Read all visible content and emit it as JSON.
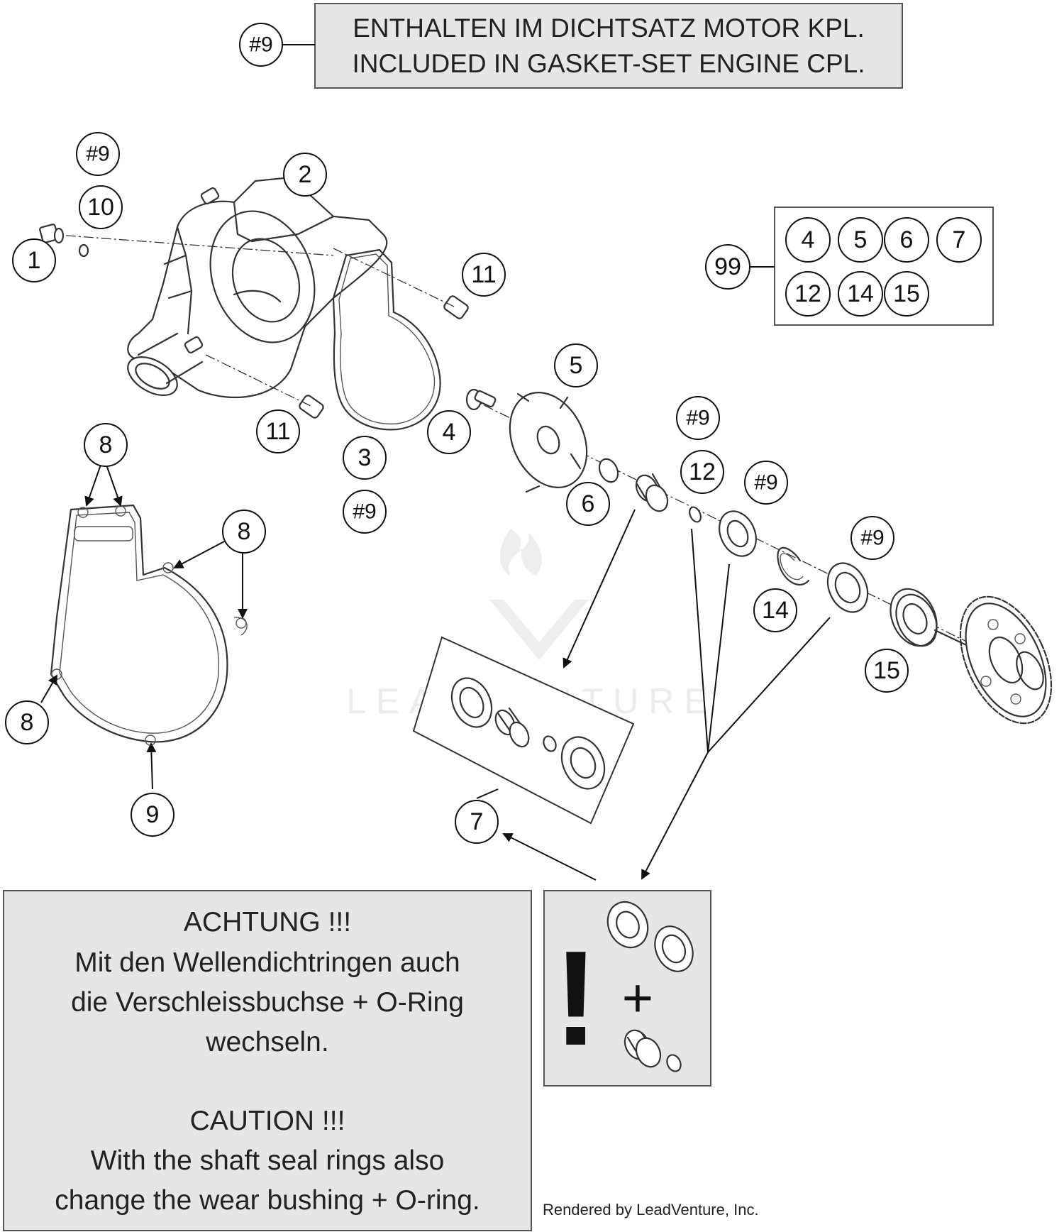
{
  "header_note": {
    "ref": "#9",
    "line1": "ENTHALTEN IM DICHTSATZ MOTOR KPL.",
    "line2": "INCLUDED IN GASKET-SET ENGINE CPL."
  },
  "kit_box": {
    "ref": "99",
    "row1": [
      "4",
      "5",
      "6",
      "7"
    ],
    "row2": [
      "12",
      "14",
      "15"
    ]
  },
  "callouts": {
    "c1": "1",
    "c2": "2",
    "c3": "3",
    "c4": "4",
    "c5": "5",
    "c6": "6",
    "c7": "7",
    "c8a": "8",
    "c8b": "8",
    "c8c": "8",
    "c9": "9",
    "c10": "10",
    "c11a": "11",
    "c11b": "11",
    "c12": "12",
    "c14": "14",
    "c15": "15",
    "h1": "#9",
    "h2": "#9",
    "h3": "#9",
    "h4": "#9",
    "h5": "#9"
  },
  "caution_box": {
    "de_title": "ACHTUNG !!!",
    "de_line1": "Mit den Wellendichtringen auch",
    "de_line2": "die Verschleissbuchse + O-Ring",
    "de_line3": "wechseln.",
    "en_title": "CAUTION !!!",
    "en_line1": "With the shaft seal rings also",
    "en_line2": "change the wear bushing + O-ring."
  },
  "warning_box": {
    "mark": "!",
    "plus": "+"
  },
  "watermark": "LEADVENTURE",
  "credit": "Rendered by LeadVenture, Inc."
}
